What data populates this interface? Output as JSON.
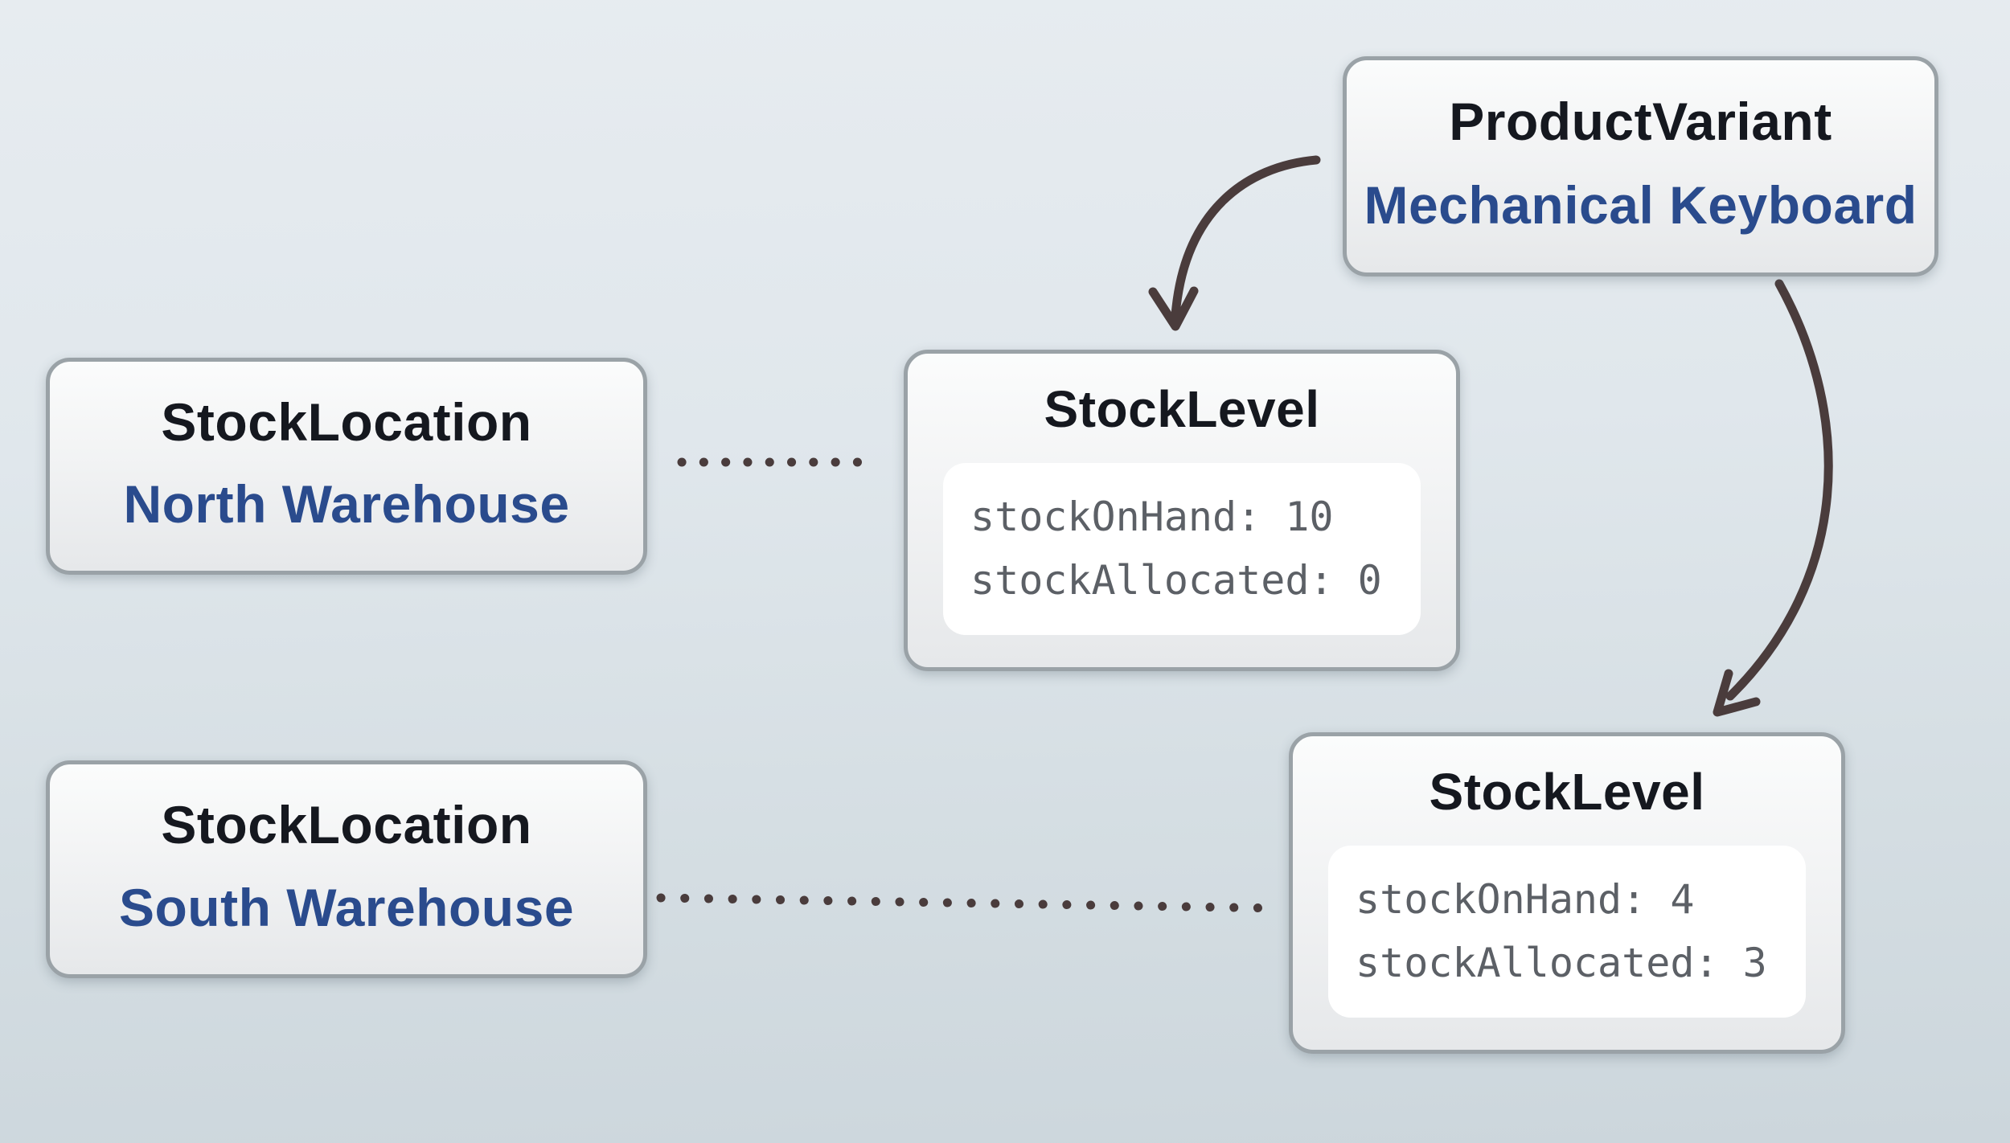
{
  "diagram": {
    "description": "Stock entity relationship diagram",
    "colors": {
      "background_top": "#e7ecf0",
      "background_bottom": "#ccd6dc",
      "node_border": "#9aa2a7",
      "node_fill_top": "#fbfcfc",
      "node_fill_bottom": "#e6e8ea",
      "title_text": "#15181f",
      "subtitle_text": "#2a4b8d",
      "code_text": "#5c6066",
      "code_panel_fill": "#ffffff",
      "connector": "#4a3c3c"
    }
  },
  "nodes": {
    "product_variant": {
      "title": "ProductVariant",
      "subtitle": "Mechanical Keyboard"
    },
    "stock_location_north": {
      "title": "StockLocation",
      "subtitle": "North Warehouse"
    },
    "stock_location_south": {
      "title": "StockLocation",
      "subtitle": "South Warehouse"
    },
    "stock_level_north": {
      "title": "StockLevel",
      "lines": [
        "stockOnHand: 10",
        "stockAllocated: 0"
      ]
    },
    "stock_level_south": {
      "title": "StockLevel",
      "lines": [
        "stockOnHand: 4",
        "stockAllocated: 3"
      ]
    }
  },
  "edges": [
    {
      "from": "ProductVariant (Mechanical Keyboard)",
      "to": "StockLevel (stockOnHand: 10)",
      "style": "curved-arrow"
    },
    {
      "from": "ProductVariant (Mechanical Keyboard)",
      "to": "StockLevel (stockOnHand: 4)",
      "style": "curved-arrow"
    },
    {
      "from": "StockLocation (North Warehouse)",
      "to": "StockLevel (stockOnHand: 10)",
      "style": "dotted-line"
    },
    {
      "from": "StockLocation (South Warehouse)",
      "to": "StockLevel (stockOnHand: 4)",
      "style": "dotted-line"
    }
  ]
}
